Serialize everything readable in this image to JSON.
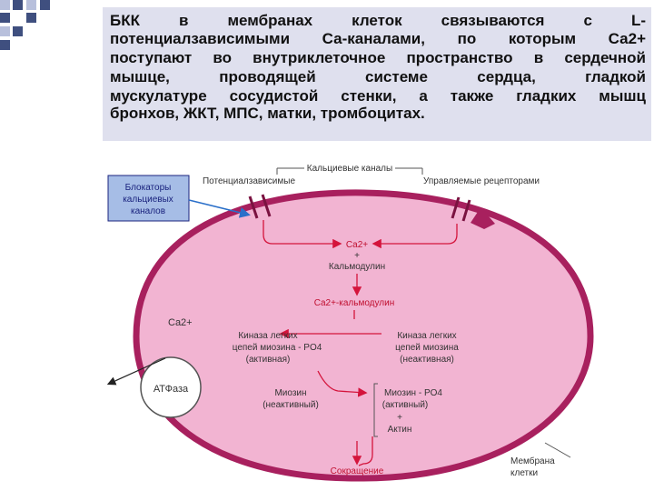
{
  "paragraph": {
    "line1": "БКК в мембранах клеток связываются с L-",
    "line2": "потенциалзависимыми Са-каналами, по которым Са2+",
    "line3": "поступают во внутриклеточное пространство в сердечной",
    "line4": "мышце, проводящей системе сердца, гладкой",
    "line5": "мускулатуре сосудистой стенки, а также гладких мышц",
    "line6": "бронхов, ЖКТ, МПС, матки, тромбоцитах."
  },
  "diagram": {
    "channels_header": "Кальциевые каналы",
    "voltage_dependent": "Потенциалзависимые",
    "receptor_operated": "Управляемые рецепторами",
    "blockers_line1": "Блокаторы",
    "blockers_line2": "кальциевых",
    "blockers_line3": "каналов",
    "ca_top": "Ca2+",
    "plus1": "+",
    "calmodulin": "Кальмодулин",
    "ca_calmodulin": "Ca2+-кальмодулин",
    "ca_outside": "Ca2+",
    "atpase": "АТФаза",
    "kinase_active_l1": "Киназа легких",
    "kinase_active_l2": "цепей миозина - PO4",
    "kinase_active_l3": "(активная)",
    "kinase_inactive_l1": "Киназа легких",
    "kinase_inactive_l2": "цепей миозина",
    "kinase_inactive_l3": "(неактивная)",
    "myosin_inactive_l1": "Миозин",
    "myosin_inactive_l2": "(неактивный)",
    "myosin_active_l1": "Миозин - PO4",
    "myosin_active_l2": "(активный)",
    "plus2": "+",
    "actin": "Актин",
    "contraction": "Сокращение",
    "membrane_l1": "Мембрана",
    "membrane_l2": "клетки"
  },
  "colors": {
    "cell_fill": "#f2b4d2",
    "cell_border": "#a8205e",
    "arrow_red": "#d4143c",
    "blocker_box": "#a6bde6",
    "blocker_text": "#1a237e",
    "deco_dark": "#3f4f7f",
    "deco_light": "#b8c0dc"
  }
}
